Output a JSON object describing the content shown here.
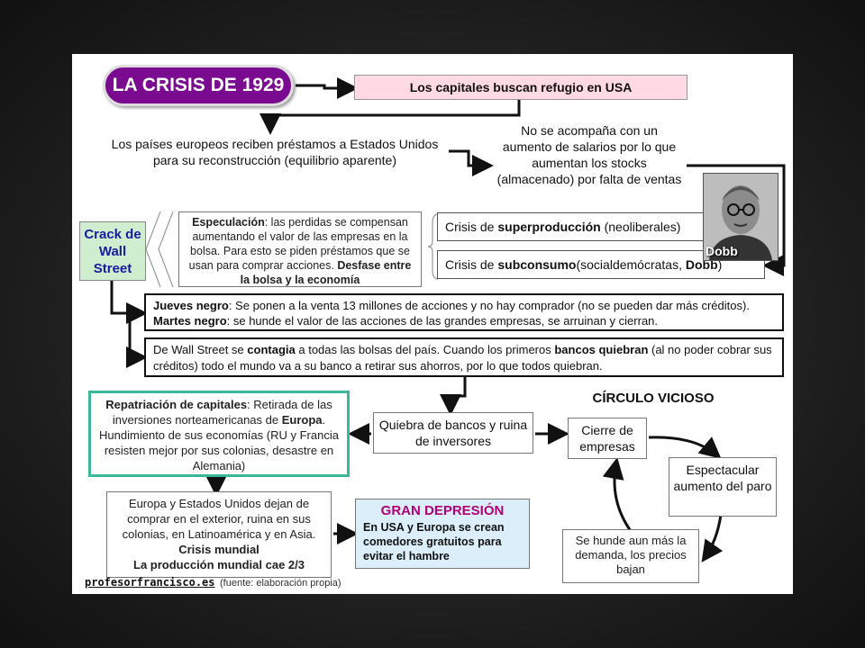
{
  "title": "LA CRISIS DE 1929",
  "refugio": "Los capitales buscan refugio en USA",
  "prestamos": "Los países europeos reciben préstamos a Estados Unidos para su reconstrucción (equilibrio aparente)",
  "no_salarios": "No se acompaña con un aumento de salarios por lo que aumentan los stocks (almacenado) por falta de ventas",
  "crack": "Crack de Wall Street",
  "especulacion": {
    "bold1": "Especulación",
    "text": ": las perdidas se compensan aumentando el valor de las empresas en la bolsa. Para esto se piden préstamos que se usan para comprar acciones. ",
    "bold2": "Desfase entre la bolsa y la economía"
  },
  "superproduccion": {
    "pre": "Crisis de ",
    "bold": "superproducción",
    "post": " (neoliberales)"
  },
  "subconsumo": {
    "pre": "Crisis de ",
    "bold": "subconsumo",
    "mid": "(socialdemócratas, ",
    "bold2": "Dobb",
    "post": ")"
  },
  "photo_caption": "Dobb",
  "jueves": {
    "bold1": "Jueves negro",
    "t1": ": Se ponen a la venta 13 millones de acciones y no hay comprador (no se pueden dar más créditos). ",
    "bold2": "Martes negro",
    "t2": ": se hunde el valor de las acciones de las grandes empresas,  se arruinan y cierran."
  },
  "contagio": {
    "t1": "De Wall Street se ",
    "bold1": "contagia",
    "t2": " a todas las bolsas del país. Cuando los primeros ",
    "bold2": "bancos quiebran",
    "t3": " (al no poder cobrar sus créditos) todo el mundo va a su banco a retirar sus ahorros, por lo que todos quiebran."
  },
  "repatriacion": {
    "bold1": "Repatriación de capitales",
    "t1": ": Retirada de las inversiones norteamericanas de ",
    "bold2": "Europa",
    "t2": ". Hundimiento de sus economías (RU y Francia resisten mejor por sus colonias, desastre en Alemania)"
  },
  "quiebra": "Quiebra de bancos y ruina de inversores",
  "circulo_title": "CÍRCULO VICIOSO",
  "cierre": "Cierre de empresas",
  "paro": "Espectacular aumento del paro",
  "demanda": "Se hunde aun más la demanda, los precios bajan",
  "europa": {
    "t1": "Europa y Estados Unidos dejan de comprar en el exterior, ruina en sus colonias, en Latinoamérica y en Asia. ",
    "bold1": "Crisis mundial",
    "bold2": "La producción mundial cae 2/3"
  },
  "gran_depresion": {
    "title": "GRAN DEPRESIÓN",
    "text": "En USA y Europa se crean comedores gratuitos para evitar el hambre"
  },
  "footer_site": "profesorfrancisco.es",
  "footer_source": "(fuente: elaboración propia)",
  "colors": {
    "title_bg": "#7a0a8f",
    "pink": "#ffd9e4",
    "green": "#cfeecf",
    "teal": "#3bb79c",
    "light_blue": "#dbeef9",
    "title_blue": "#1a1aa0"
  }
}
